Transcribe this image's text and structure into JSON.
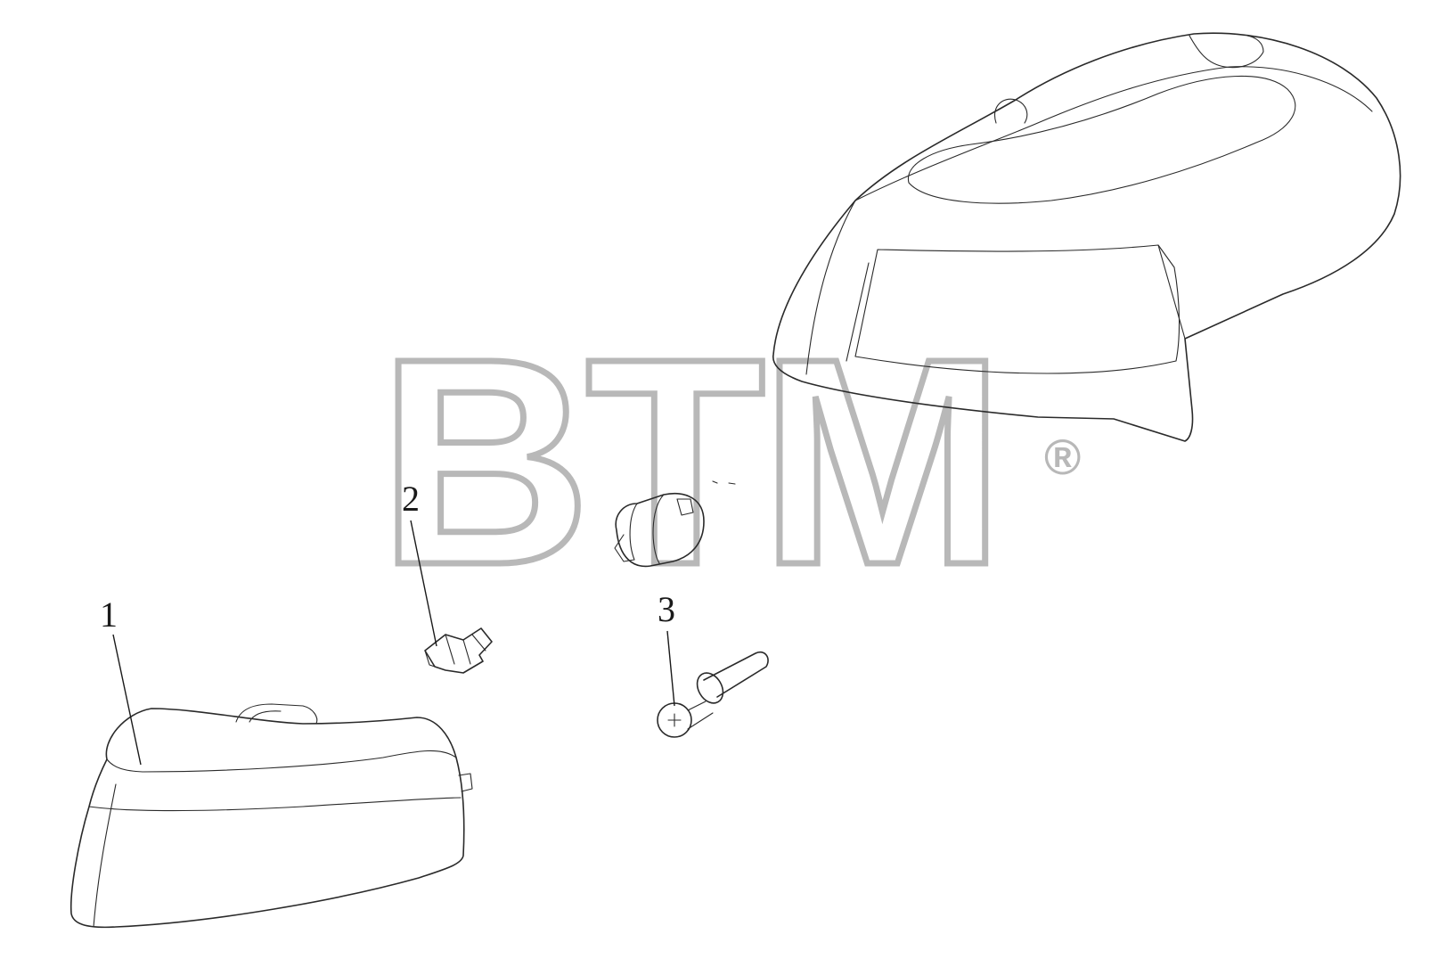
{
  "watermark": {
    "text": "BTM",
    "registered_mark": "®",
    "color": "#b8b8b8"
  },
  "callouts": [
    {
      "label": "1",
      "part": "lamp-housing"
    },
    {
      "label": "2",
      "part": "bulb"
    },
    {
      "label": "3",
      "part": "screw"
    }
  ],
  "colors": {
    "line": "#2a2a2a",
    "background": "#ffffff"
  }
}
